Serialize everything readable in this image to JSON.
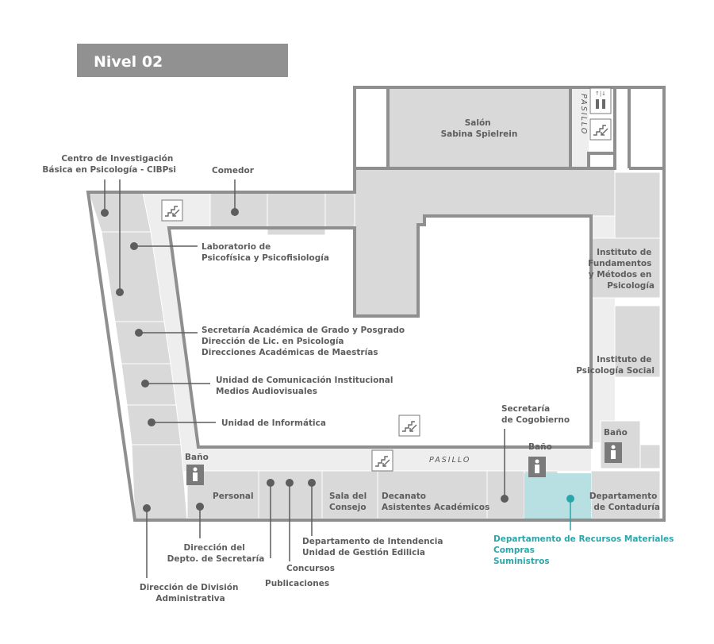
{
  "map": {
    "title": "Nivel 02",
    "corridor_label": "PASILLO",
    "corridor_label_vertical": "PASILLO",
    "rooms": {
      "salon": [
        "Salón",
        "Sabina Spielrein"
      ],
      "cibpsi": [
        "Centro de Investigación",
        "Básica en Psicología - CIBPsi"
      ],
      "comedor": "Comedor",
      "laboratorio": [
        "Laboratorio de",
        "Psicofísica y Psicofisiología"
      ],
      "secretaria_academica": [
        "Secretaría Académica de Grado y Posgrado",
        "Dirección de Lic. en Psicología",
        "Direcciones Académicas de Maestrías"
      ],
      "comunicacion": [
        "Unidad de Comunicación Institucional",
        "Medios Audiovisuales"
      ],
      "informatica": "Unidad de Informática",
      "instituto_fundamentos": [
        "Instituto de",
        "Fundamentos",
        "y Métodos en",
        "Psicología"
      ],
      "instituto_social": [
        "Instituto de",
        "Psicología Social"
      ],
      "cogobierno": [
        "Secretaría",
        "de Cogobierno"
      ],
      "bano_1": "Baño",
      "bano_2": "Baño",
      "bano_3": "Baño",
      "personal": "Personal",
      "sala_consejo": [
        "Sala del",
        "Consejo"
      ],
      "decanato": [
        "Decanato",
        "Asistentes Académicos"
      ],
      "contaduria": [
        "Departamento",
        "de Contaduría"
      ],
      "recursos_materiales": [
        "Departamento de Recursos Materiales",
        "Compras",
        "Suministros"
      ],
      "intendencia": [
        "Departamento de Intendencia",
        "Unidad de Gestión Edilicia"
      ],
      "direccion_secretaria": [
        "Dirección del",
        "Depto. de Secretaría"
      ],
      "concursos": "Concursos",
      "publicaciones": "Publicaciones",
      "division_administrativa": [
        "Dirección de División",
        "Administrativa"
      ]
    },
    "colors": {
      "wall": "#8f8f8f",
      "room": "#d9d9d9",
      "corridor": "#eeeeee",
      "label": "#5d5d5d",
      "highlight": "#2aa6aa",
      "highlight_fill": "#b8dfe2",
      "title_bg": "#919191"
    },
    "icons": [
      "stairs-icon",
      "elevator-icon",
      "restroom-icon"
    ]
  }
}
